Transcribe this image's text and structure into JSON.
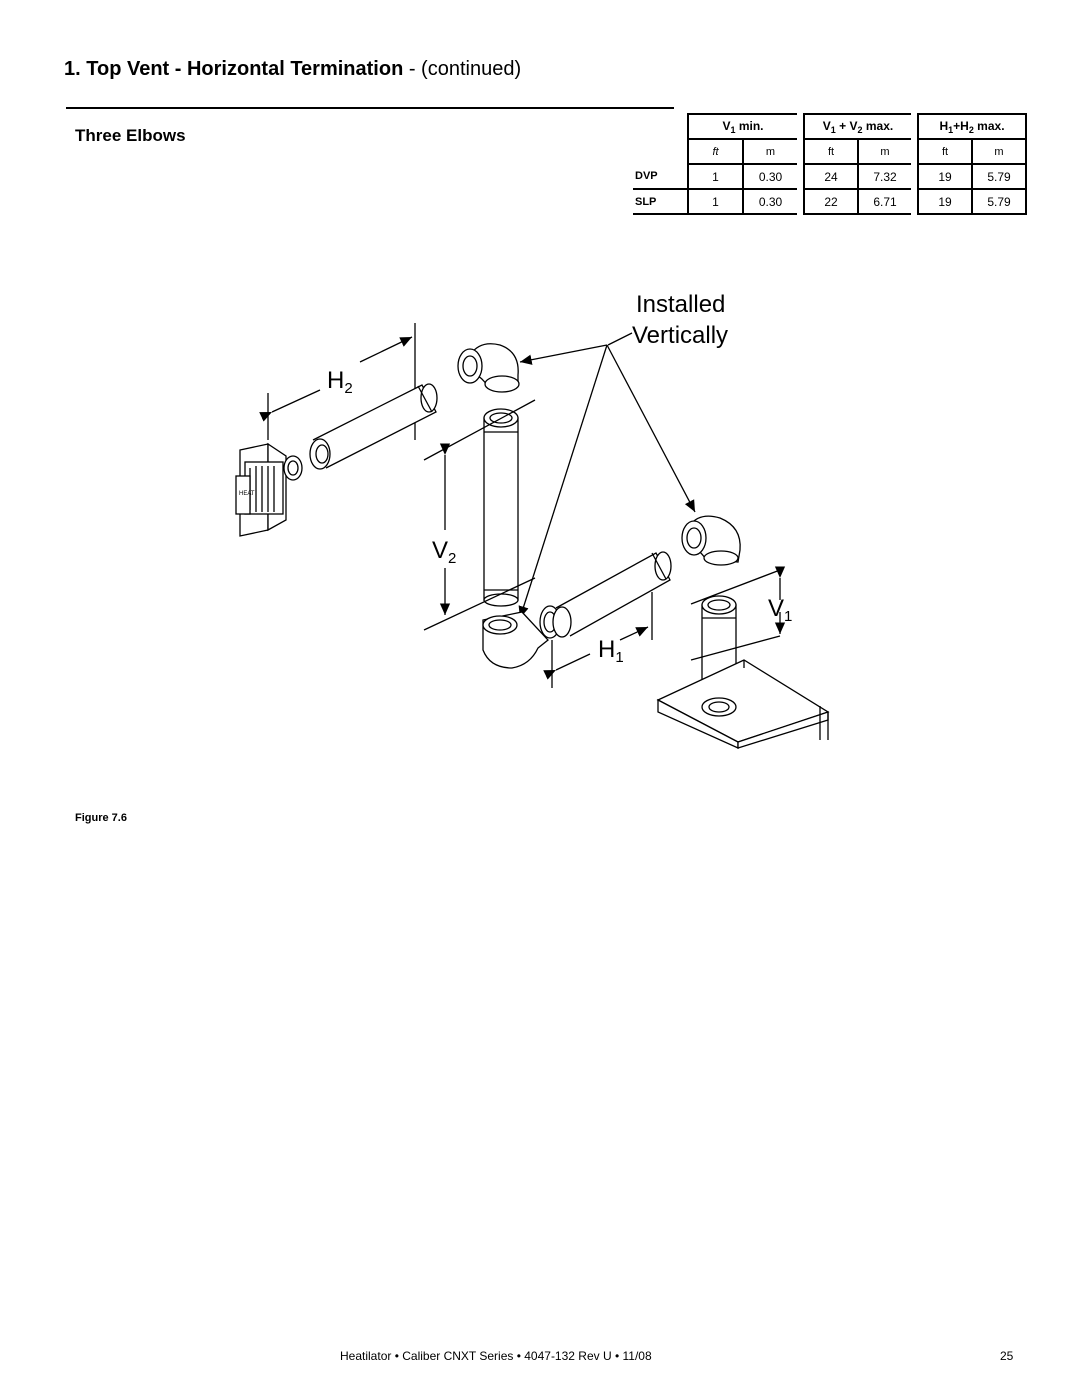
{
  "heading": {
    "number": "1.",
    "title": "Top Vent - Horizontal Termination",
    "continued": "- (continued)"
  },
  "subheading": "Three Elbows",
  "table": {
    "groups": [
      "V1 min.",
      "V1 + V2 max.",
      "H1+H2 max."
    ],
    "units": [
      "ft",
      "m",
      "ft",
      "m",
      "ft",
      "m"
    ],
    "rows": [
      {
        "label": "DVP",
        "values": [
          "1",
          "0.30",
          "24",
          "7.32",
          "19",
          "5.79"
        ]
      },
      {
        "label": "SLP",
        "values": [
          "1",
          "0.30",
          "22",
          "6.71",
          "19",
          "5.79"
        ]
      }
    ]
  },
  "diagram": {
    "installed": "Installed",
    "vertically": "Vertically",
    "labels": {
      "h2": "H",
      "h2_sub": "2",
      "v2": "V",
      "v2_sub": "2",
      "v1": "V",
      "v1_sub": "1",
      "h1": "H",
      "h1_sub": "1"
    },
    "cap_text": "HEAT"
  },
  "figure_caption": "Figure 7.6",
  "footer": "Heatilator • Caliber CNXT Series • 4047-132 Rev U • 11/08",
  "page_number": "25"
}
